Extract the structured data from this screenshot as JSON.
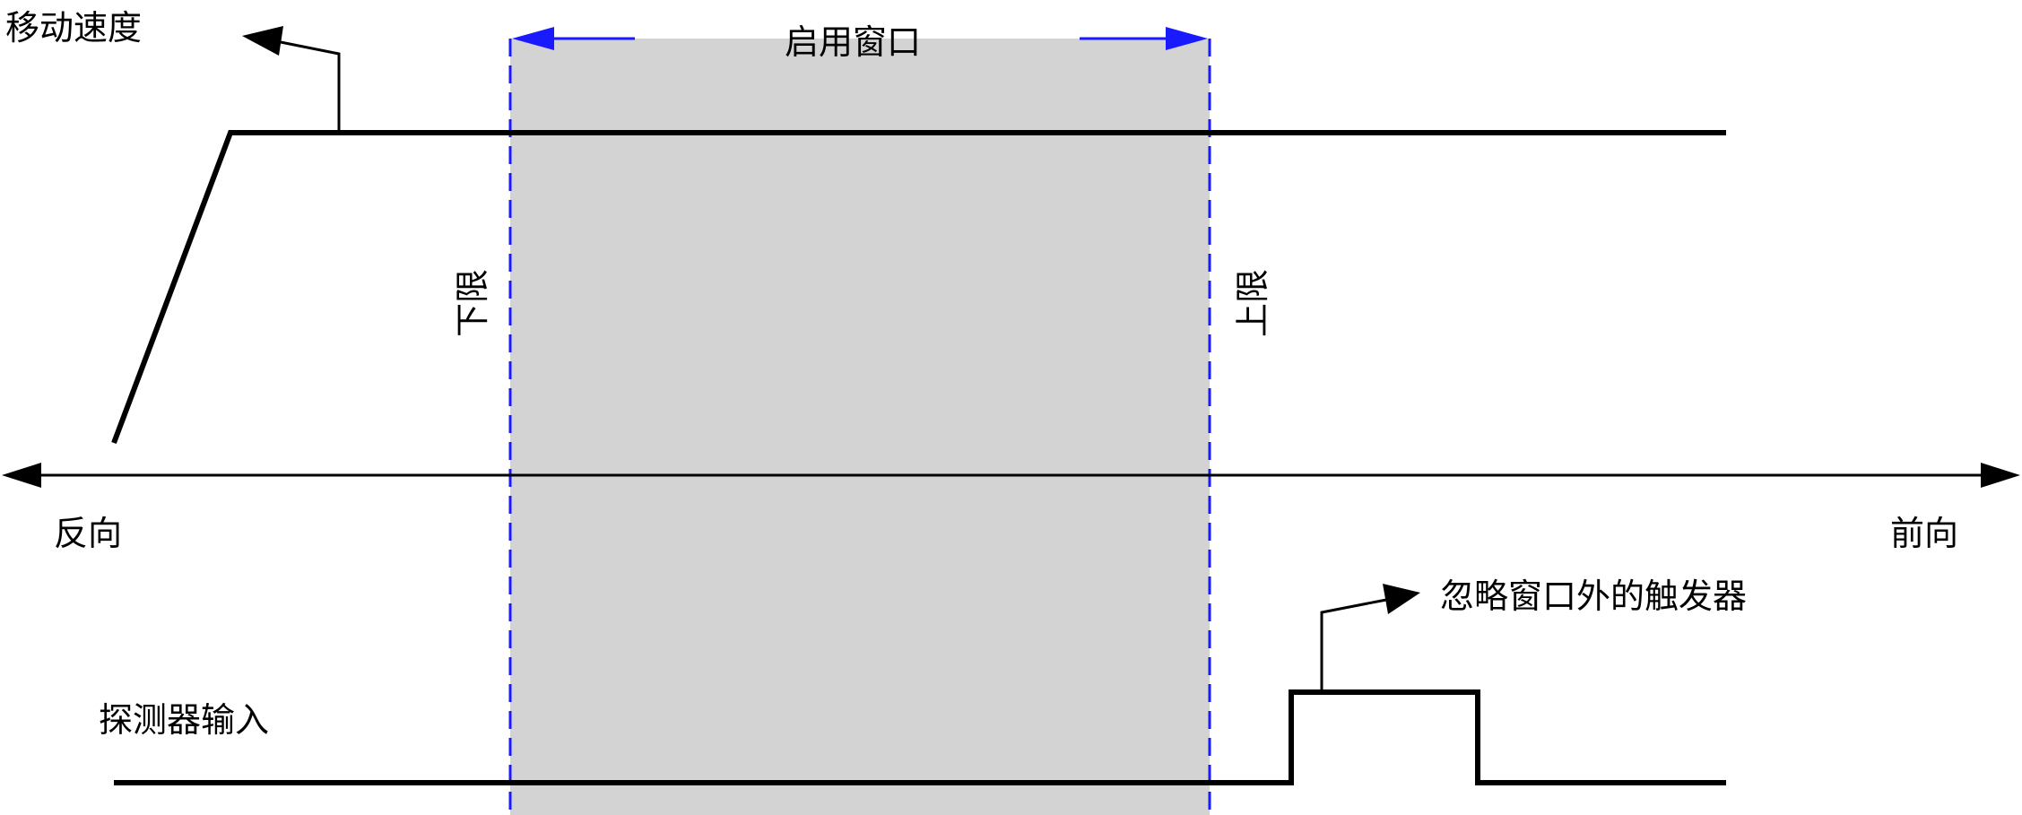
{
  "labels": {
    "speed": "移动速度",
    "enable_window": "启用窗口",
    "lower_limit": "下限",
    "upper_limit": "上限",
    "reverse": "反向",
    "forward": "前向",
    "ignore_triggers": "忽略窗口外的触发器",
    "probe_input": "探测器输入"
  },
  "colors": {
    "window_fill": "#d3d3d3",
    "limit_line": "#1a1aff",
    "signal_line": "#000000",
    "background": "#ffffff"
  }
}
